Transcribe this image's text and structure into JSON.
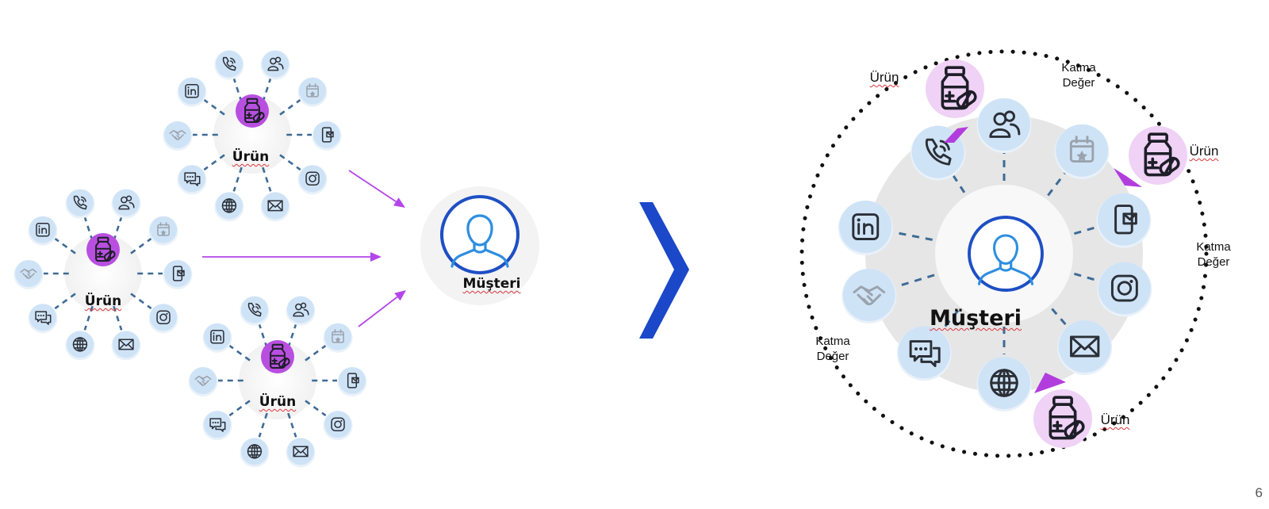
{
  "left": {
    "clusters": [
      {
        "center_label": "Ürün"
      },
      {
        "center_label": "Ürün"
      },
      {
        "center_label": "Ürün"
      }
    ],
    "target_label": "Müşteri"
  },
  "right": {
    "center_label": "Müşteri",
    "product_labels": [
      "Ürün",
      "Ürün",
      "Ürün"
    ],
    "value_labels": [
      "Katma\nDeğer",
      "Katma\nDeğer",
      "Katma\nDeğer"
    ]
  },
  "icon_cycle": [
    "phone-icon",
    "users-icon",
    "calendar-icon",
    "mobile-mail-icon",
    "instagram-icon",
    "mail-icon",
    "globe-icon",
    "chat-icon",
    "handshake-icon",
    "linkedin-icon"
  ],
  "colors": {
    "icon_bg": "#cfe3f7",
    "product": "#b84fe0",
    "product_soft": "#f0d2f6",
    "arrow": "#b346ea",
    "chevron": "#1b47c9",
    "dash": "#3e6b96",
    "user": "#1e4fc4"
  },
  "page_number": "6"
}
